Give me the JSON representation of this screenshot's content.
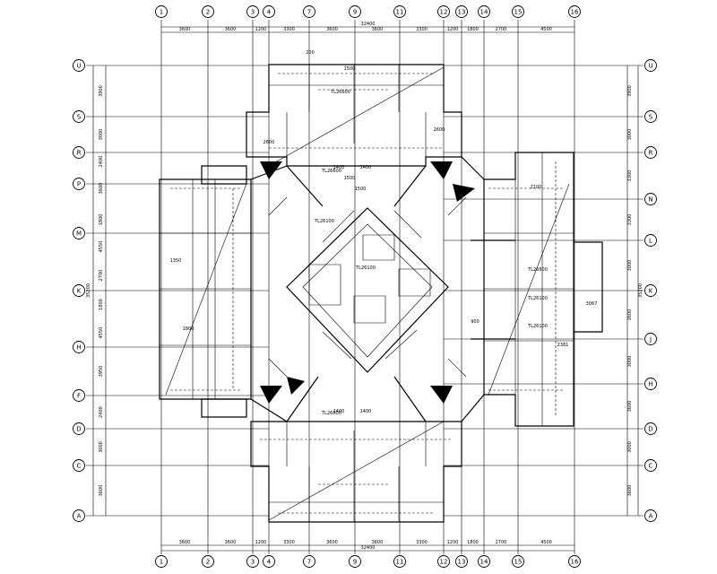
{
  "drawing": {
    "top_axes": [
      "1",
      "2",
      "3",
      "4",
      "7",
      "9",
      "11",
      "12",
      "13",
      "14",
      "15",
      "16"
    ],
    "bottom_axes": [
      "1",
      "2",
      "3",
      "4",
      "7",
      "9",
      "11",
      "12",
      "13",
      "14",
      "15",
      "16"
    ],
    "left_axes": [
      "U",
      "S",
      "R",
      "P",
      "M",
      "K",
      "H",
      "F",
      "D",
      "C",
      "A"
    ],
    "right_axes": [
      "U",
      "S",
      "R",
      "N",
      "L",
      "K",
      "J",
      "H",
      "D",
      "C",
      "A"
    ],
    "top_dims": [
      "3600",
      "3600",
      "1200",
      "3300",
      "3600",
      "3600",
      "3300",
      "1200",
      "1800",
      "2700",
      "4500"
    ],
    "top_total": "32400",
    "bottom_dims": [
      "3600",
      "3600",
      "1200",
      "3300",
      "3600",
      "3600",
      "3300",
      "1200",
      "1800",
      "2700",
      "4500"
    ],
    "bottom_total": "32400",
    "left_dims": [
      "3900",
      "3000",
      "2400",
      "3600",
      "1800",
      "4550",
      "2700",
      "1800",
      "4550",
      "3950",
      "2400",
      "3000",
      "3600"
    ],
    "left_total": "35200",
    "right_dims": [
      "3900",
      "3000",
      "3300",
      "3300",
      "3000",
      "3600",
      "3000",
      "3600",
      "3000",
      "3600"
    ],
    "right_total": "35200",
    "interior_labels": [
      "200",
      "1500",
      "1400",
      "1400",
      "2600",
      "2600",
      "1350",
      "1800",
      "2100",
      "2381",
      "3067",
      "900",
      "1400",
      "1400",
      "1500",
      "1500"
    ],
    "beam_labels": [
      "TL26600",
      "TL26600",
      "TL26600",
      "TL26600",
      "TL26100",
      "TL26100",
      "TL26100",
      "TL26100"
    ]
  }
}
